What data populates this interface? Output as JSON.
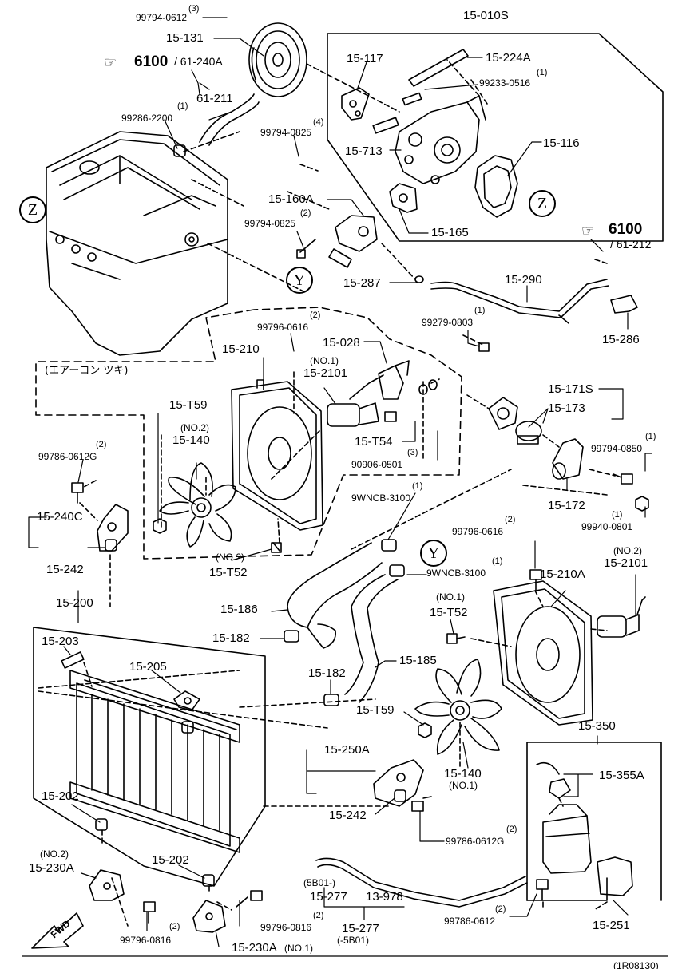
{
  "labels": {
    "p99794_0612_top": "99794-0612",
    "q3_top": "(3)",
    "p15_131": "15-131",
    "p15_010S": "15-010S",
    "p15_117": "15-117",
    "p15_224A": "15-224A",
    "q1_99233": "(1)",
    "p99233_0516": "99233-0516",
    "ref6100_a": "6100",
    "ref61_240A": "/ 61-240A",
    "p61_211": "61-211",
    "q1_99286": "(1)",
    "p99286_2200": "99286-2200",
    "q4_99794": "(4)",
    "p99794_0825_a": "99794-0825",
    "p15_713": "15-713",
    "p15_116": "15-116",
    "circZ_left": "Z",
    "circZ_right": "Z",
    "p15_160A": "15-160A",
    "q2_99794_0825b": "(2)",
    "p99794_0825_b": "99794-0825",
    "p15_165": "15-165",
    "ref6100_b": "6100",
    "ref61_212": "/ 61-212",
    "circY_a": "Y",
    "circY_b": "Y",
    "p15_287": "15-287",
    "p15_290": "15-290",
    "q1_99279": "(1)",
    "p99279_0803": "99279-0803",
    "p15_286": "15-286",
    "q2_99796_0616": "(2)",
    "p99796_0616_a": "99796-0616",
    "p15_028": "15-028",
    "p15_210": "15-210",
    "no1_2101": "(NO.1)",
    "p15_2101_a": "15-2101",
    "aircon": "(エアーコン ツキ)",
    "p15_171S": "15-171S",
    "p15_173": "15-173",
    "p15_T59_a": "15-T59",
    "no2_140": "(NO.2)",
    "p15_140_a": "15-140",
    "p15_T54": "15-T54",
    "q3_90906": "(3)",
    "p90906_0501": "90906-0501",
    "q1_99794_0850": "(1)",
    "p99794_0850": "99794-0850",
    "q2_99786_0612G": "(2)",
    "p99786_0612G_a": "99786-0612G",
    "q1_9WNCB_a": "(1)",
    "p9WNCB_3100_a": "9WNCB-3100",
    "p15_172": "15-172",
    "q1_99940": "(1)",
    "p99940_0801": "99940-0801",
    "p15_240C": "15-240C",
    "q2_99796_0616b": "(2)",
    "p99796_0616_b": "99796-0616",
    "no2_2101b": "(NO.2)",
    "p15_2101_b": "15-2101",
    "no2_T52": "(NO.2)",
    "p15_T52_a": "15-T52",
    "p15_242_a": "15-242",
    "q1_9WNCB_b": "(1)",
    "p9WNCB_3100_b": "9WNCB-3100",
    "p15_210A": "15-210A",
    "p15_200": "15-200",
    "p15_186": "15-186",
    "no1_T52": "(NO.1)",
    "p15_T52_b": "15-T52",
    "p15_182_a": "15-182",
    "p15_203": "15-203",
    "p15_185": "15-185",
    "p15_205": "15-205",
    "p15_182_b": "15-182",
    "p15_T59_b": "15-T59",
    "p15_350": "15-350",
    "p15_250A": "15-250A",
    "p15_355A": "15-355A",
    "p15_140_b": "15-140",
    "no1_140": "(NO.1)",
    "p15_202_a": "15-202",
    "p15_242_b": "15-242",
    "q2_99786_0612G_b": "(2)",
    "p99786_0612G_b": "99786-0612G",
    "no2_230A": "(NO.2)",
    "p15_230A_a": "15-230A",
    "p15_202_b": "15-202",
    "p5B01_a": "(5B01-)",
    "p15_277_a": "15-277",
    "p13_978": "13-978",
    "q2_99786_0612": "(2)",
    "p99786_0612": "99786-0612",
    "p15_251": "15-251",
    "q2_99796_0816a": "(2)",
    "p99796_0816_a": "99796-0816",
    "q2_99796_0816b": "(2)",
    "p99796_0816_b": "99796-0816",
    "p15_277_b": "15-277",
    "p5B01_b": "(-5B01)",
    "p15_230A_b": "15-230A",
    "no1_230A": "(NO.1)",
    "fwd": "FWD",
    "catalog": "(1R08130)"
  },
  "icons": [
    "hand-pointer-icon",
    "fwd-arrow-icon"
  ],
  "colors": {
    "line": "#000000",
    "background": "#ffffff"
  }
}
